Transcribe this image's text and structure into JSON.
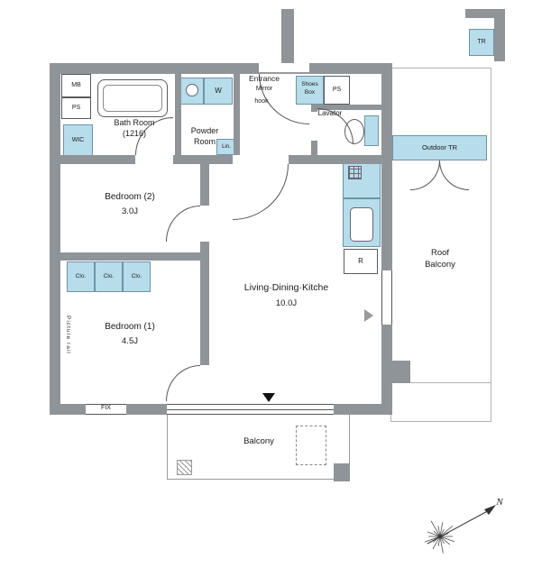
{
  "colors": {
    "wall": "#8f9499",
    "fixture": "#b7dcea",
    "fixture_border": "#6f93a6",
    "outline": "#b3b3b3"
  },
  "rooms": {
    "bath": {
      "name": "Bath Room",
      "size": "(1216)"
    },
    "powder": {
      "line1": "Powder",
      "line2": "Room"
    },
    "entrance": {
      "name": "Entrance",
      "mirror": "Mirror",
      "hook": "hook"
    },
    "lavatory": {
      "name": "Lavator"
    },
    "bedroom2": {
      "name": "Bedroom (2)",
      "size": "3.0J"
    },
    "bedroom1": {
      "name": "Bedroom (1)",
      "size": "4.5J"
    },
    "ldk": {
      "name": "Living·Dining·Kitche",
      "size": "10.0J"
    },
    "roof_balcony": {
      "line1": "Roof",
      "line2": "Balcony"
    },
    "balcony": {
      "name": "Balcony"
    },
    "outdoor_tr": {
      "name": "Outdoor TR"
    }
  },
  "fixtures": {
    "mb": "MB",
    "ps_left": "PS",
    "ps_right": "PS",
    "wic": "WIC",
    "washer": "W",
    "shoes_line1": "Shoes",
    "shoes_line2": "Box",
    "tr": "TR",
    "linen": "Lin.",
    "fridge": "R",
    "clo": "Clo.",
    "fix": "FIX",
    "picture_rail": "Picture rail",
    "north": "N"
  }
}
